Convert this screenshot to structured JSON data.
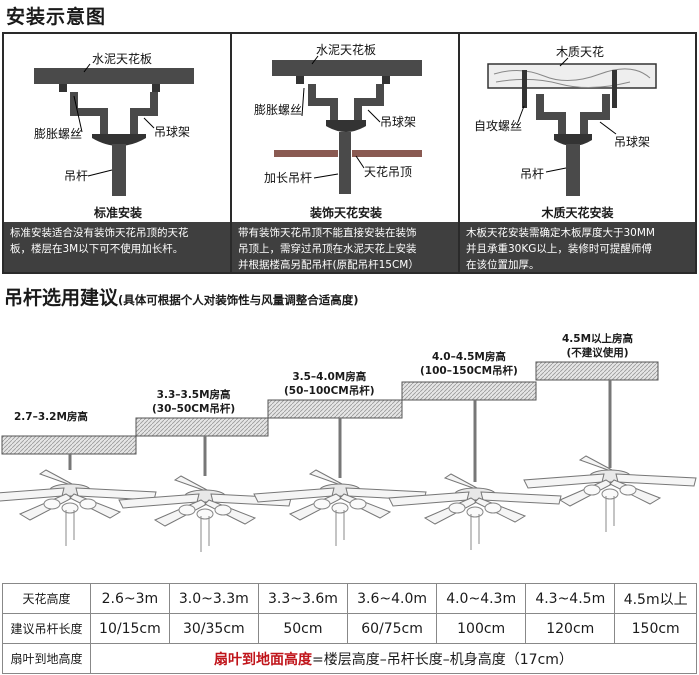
{
  "install_title": "安装示意图",
  "panels": [
    {
      "labels": {
        "ceiling": "水泥天花板",
        "screw": "膨胀螺丝",
        "bracket": "吊球架",
        "rod": "吊杆"
      },
      "caption": "标准安装",
      "desc": [
        "标准安装适合没有装饰天花吊顶的天花",
        "板，楼层在3M以下可不使用加长杆。"
      ]
    },
    {
      "labels": {
        "ceiling": "水泥天花板",
        "screw": "膨胀螺丝",
        "bracket": "吊球架",
        "false_ceiling": "天花吊顶",
        "rod": "加长吊杆"
      },
      "caption": "装饰天花安装",
      "desc": [
        "带有装饰天花吊顶不能直接安装在装饰",
        "吊顶上，需穿过吊顶在水泥天花上安装",
        "并根据楼高另配吊杆(原配吊杆15CM）"
      ]
    },
    {
      "labels": {
        "ceiling": "木质天花",
        "screw": "自攻螺丝",
        "bracket": "吊球架",
        "rod": "吊杆"
      },
      "caption": "木质天花安装",
      "desc": [
        "木板天花安装需确定木板厚度大于30MM",
        "并且承重30KG以上，装修时可提醒师傅",
        "在该位置加厚。"
      ]
    }
  ],
  "rod_title": "吊杆选用建议",
  "rod_subtitle": "(具体可根据个人对装饰性与风量调整合适高度)",
  "steps": [
    {
      "line1": "2.7–3.2M房高",
      "line2": ""
    },
    {
      "line1": "3.3–3.5M房高",
      "line2": "(30–50CM吊杆)"
    },
    {
      "line1": "3.5–4.0M房高",
      "line2": "(50–100CM吊杆)"
    },
    {
      "line1": "4.0–4.5M房高",
      "line2": "(100–150CM吊杆)"
    },
    {
      "line1": "4.5M以上房高",
      "line2": "(不建议使用)"
    }
  ],
  "table": {
    "row1_header": "天花高度",
    "row1": [
      "2.6~3m",
      "3.0~3.3m",
      "3.3~3.6m",
      "3.6~4.0m",
      "4.0~4.3m",
      "4.3~4.5m",
      "4.5m以上"
    ],
    "row2_header": "建议吊杆长度",
    "row2": [
      "10/15cm",
      "30/35cm",
      "50cm",
      "60/75cm",
      "100cm",
      "120cm",
      "150cm"
    ],
    "row3_header": "扇叶到地高度",
    "formula_red": "扇叶到地面高度",
    "formula_rest": "=楼层高度–吊杆长度–机身高度（17cm）"
  }
}
